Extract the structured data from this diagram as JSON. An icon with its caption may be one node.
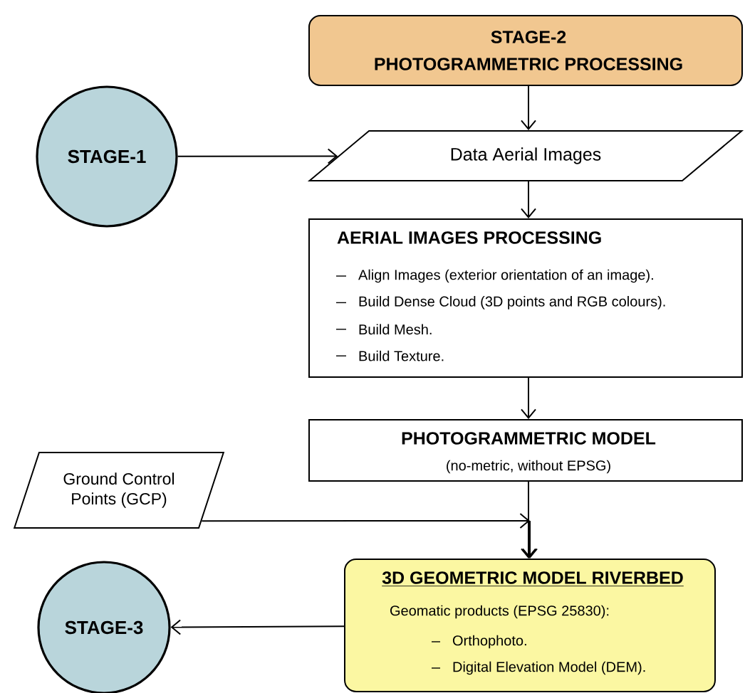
{
  "diagram": {
    "nodes": [
      {
        "text": [
          "STAGE-2",
          "PHOTOGRAMMETRIC PROCESSING"
        ]
      },
      {
        "text": [
          "STAGE-1"
        ]
      },
      {
        "text": [
          "Data Aerial Images"
        ]
      },
      {
        "text": [
          "AERIAL IMAGES PROCESSING",
          "Align Images (exterior orientation of an image).",
          "Build Dense Cloud (3D points and RGB colours).",
          "Build Mesh.",
          "Build Texture."
        ]
      },
      {
        "text": [
          "PHOTOGRAMMETRIC MODEL",
          "(no-metric, without EPSG)"
        ]
      },
      {
        "text": [
          "Ground Control Points (GCP)"
        ]
      },
      {
        "text": [
          "STAGE-3"
        ]
      },
      {
        "text": [
          "3D GEOMETRIC MODEL RIVERBED",
          "Geomatic products (EPSG 25830):",
          "Orthophoto.",
          "Digital Elevation Model (DEM)."
        ]
      }
    ],
    "edges": [
      {
        "from": 0,
        "to": 2,
        "arrow": "to"
      },
      {
        "from": 1,
        "to": 2,
        "arrow": "to"
      },
      {
        "from": 2,
        "to": 3,
        "arrow": "to"
      },
      {
        "from": 3,
        "to": 4,
        "arrow": "to"
      },
      {
        "from": 4,
        "to": 7,
        "arrow": "to"
      },
      {
        "from": 5,
        "to": 7,
        "arrow": "to"
      },
      {
        "from": 7,
        "to": 6,
        "arrow": "to"
      }
    ]
  }
}
